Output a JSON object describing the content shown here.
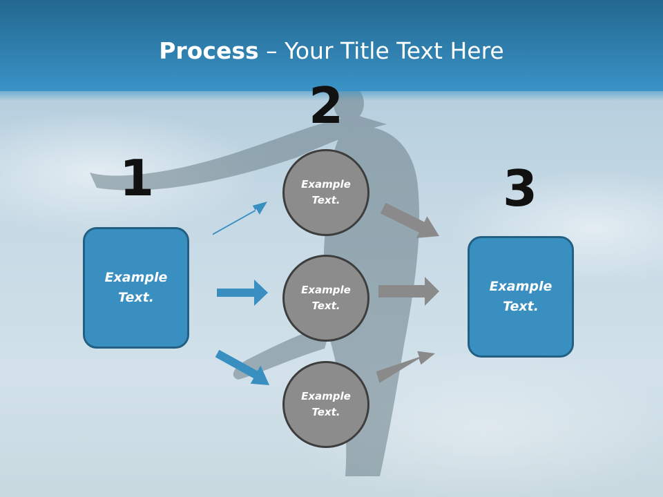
{
  "title": {
    "bold": "Process",
    "rest": " – Your Title Text Here"
  },
  "steps": {
    "step1": {
      "number": "1",
      "label": "Example Text."
    },
    "step2": {
      "number": "2",
      "circles": [
        {
          "label": "Example Text."
        },
        {
          "label": "Example Text."
        },
        {
          "label": "Example Text."
        }
      ]
    },
    "step3": {
      "number": "3",
      "label": "Example Text."
    }
  },
  "colors": {
    "box_fill": "#3a8fc1",
    "box_border": "#235f82",
    "circle_fill": "#8c8c8c",
    "circle_border": "#3d3d3d",
    "blue_arrow": "#3a8fc1",
    "gray_arrow": "#8a8a8a",
    "header": "#2f7fae",
    "number_text": "#111111"
  }
}
